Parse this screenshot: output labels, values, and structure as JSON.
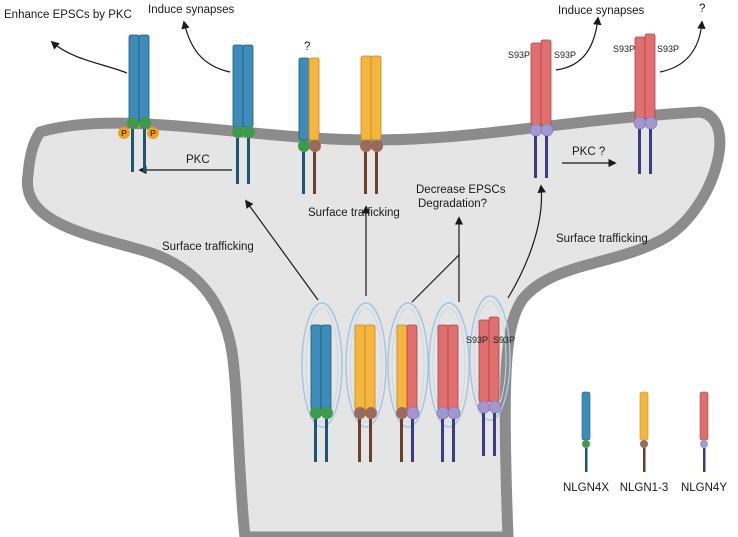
{
  "labels": {
    "enhance_epscs": "Enhance EPSCs by PKC",
    "induce_synapses_left": "Induce synapses",
    "question_top_middle": "?",
    "induce_synapses_right": "Induce synapses",
    "question_top_right": "?",
    "pkc_left": "PKC",
    "pkc_right": "PKC ?",
    "surface_trafficking_left": "Surface trafficking",
    "surface_trafficking_middle": "Surface trafficking",
    "surface_trafficking_right": "Surface trafficking",
    "decrease_epscs": "Decrease EPSCs",
    "degradation": "Degradation?",
    "s93p": "S93P",
    "phospho": "P"
  },
  "legend": [
    {
      "label": "NLGN4X",
      "color": "#3d8cb9"
    },
    {
      "label": "NLGN1-3",
      "color": "#f4b63f"
    },
    {
      "label": "NLGN4Y",
      "color": "#e07070"
    }
  ],
  "colors": {
    "nlgn4x": "#3d8cb9",
    "nlgn13": "#f4b63f",
    "nlgn4y": "#e07070",
    "domain_green": "#3e9a4a",
    "domain_brown": "#9a6b5a",
    "domain_purple": "#a497cf",
    "tail_teal": "#1c5672",
    "tail_brown": "#6b3f2a",
    "tail_purple": "#3f3a86",
    "phospho": "#f0a020",
    "membrane": "#8c8c8c",
    "cytoplasm": "#e6e6e6"
  }
}
